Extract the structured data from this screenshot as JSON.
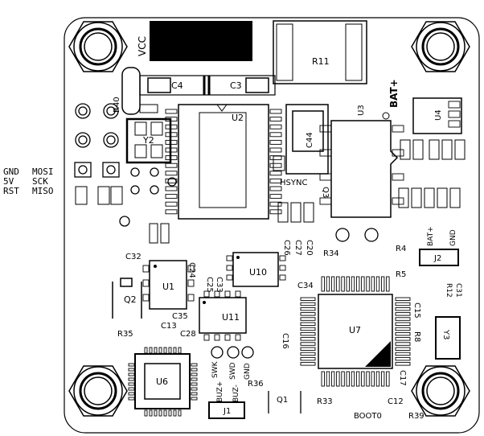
{
  "side_pins": {
    "gnd": "GND",
    "v5": "5V",
    "rst": "RST",
    "mosi": "MOSI",
    "sck": "SCK",
    "miso": "MISO"
  },
  "labels": {
    "vcc": "VCC",
    "r11": "R11",
    "bat_plus": "BAT+",
    "c4": "C4",
    "c3": "C3",
    "r40": "R40",
    "u2": "U2",
    "u3": "U3",
    "u4": "U4",
    "y2": "Y2",
    "c44": "C44",
    "hsync": "HSYNC",
    "q3": "Q3",
    "bat_plus_small": "BAT+",
    "gnd_small": "GND",
    "r4": "R4",
    "r5": "R5",
    "j2": "J2",
    "c32": "C32",
    "c24": "C24",
    "u1": "U1",
    "c25": "C25",
    "c33": "C33",
    "u10": "U10",
    "c26": "C26",
    "c27": "C27",
    "c20": "C20",
    "r34": "R34",
    "c34": "C34",
    "q2": "Q2",
    "u11": "U11",
    "c35": "C35",
    "c13": "C13",
    "c28": "C28",
    "r35": "R35",
    "u7": "U7",
    "c15": "C15",
    "r8": "R8",
    "y3": "Y3",
    "c16": "C16",
    "u6": "U6",
    "swk": "SWK",
    "swd": "SWD",
    "gnd_pad": "GND",
    "buz_plus": "BUZ+",
    "buz_minus": "BUZ-",
    "r36": "R36",
    "j1": "J1",
    "q1": "Q1",
    "r33": "R33",
    "boot0": "BOOT0",
    "r39": "R39",
    "c12": "C12",
    "c17": "C17",
    "r12": "R12",
    "c31": "C31"
  }
}
